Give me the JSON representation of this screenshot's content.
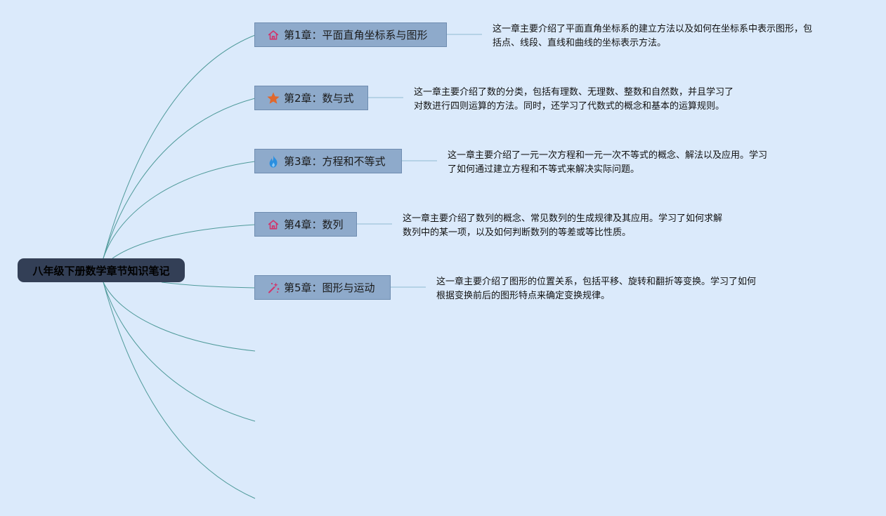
{
  "root": {
    "label": "八年级下册数学章节知识笔记"
  },
  "chapters": [
    {
      "label": "第1章：平面直角坐标系与图形",
      "icon": "home-icon",
      "icon_color": "#d1356b",
      "desc_lines": [
        "这一章主要介绍了平面直角坐标系的建立方法以及如何在坐标系中表示图形，包",
        "括点、线段、直线和曲线的坐标表示方法。"
      ]
    },
    {
      "label": "第2章：数与式",
      "icon": "star-icon",
      "icon_color": "#e0682d",
      "desc_lines": [
        "这一章主要介绍了数的分类，包括有理数、无理数、整数和自然数，并且学习了",
        "对数进行四则运算的方法。同时，还学习了代数式的概念和基本的运算规则。"
      ]
    },
    {
      "label": "第3章：方程和不等式",
      "icon": "flame-icon",
      "icon_color": "#2a8fe0",
      "desc_lines": [
        "这一章主要介绍了一元一次方程和一元一次不等式的概念、解法以及应用。学习",
        "了如何通过建立方程和不等式来解决实际问题。"
      ]
    },
    {
      "label": "第4章：数列",
      "icon": "home-icon",
      "icon_color": "#d1356b",
      "desc_lines": [
        "这一章主要介绍了数列的概念、常见数列的生成规律及其应用。学习了如何求解",
        "数列中的某一项，以及如何判断数列的等差或等比性质。"
      ]
    },
    {
      "label": "第5章：图形与运动",
      "icon": "sparkle-icon",
      "icon_color": "#d1356b",
      "desc_lines": [
        "这一章主要介绍了图形的位置关系，包括平移、旋转和翻折等变换。学习了如何",
        "根据变换前后的图形特点来确定变换规律。"
      ]
    }
  ],
  "colors": {
    "background": "#dbeafb",
    "connector": "#4f9a9a",
    "chapter_fill": "#8eaacb",
    "root_fill": "#333f56"
  }
}
